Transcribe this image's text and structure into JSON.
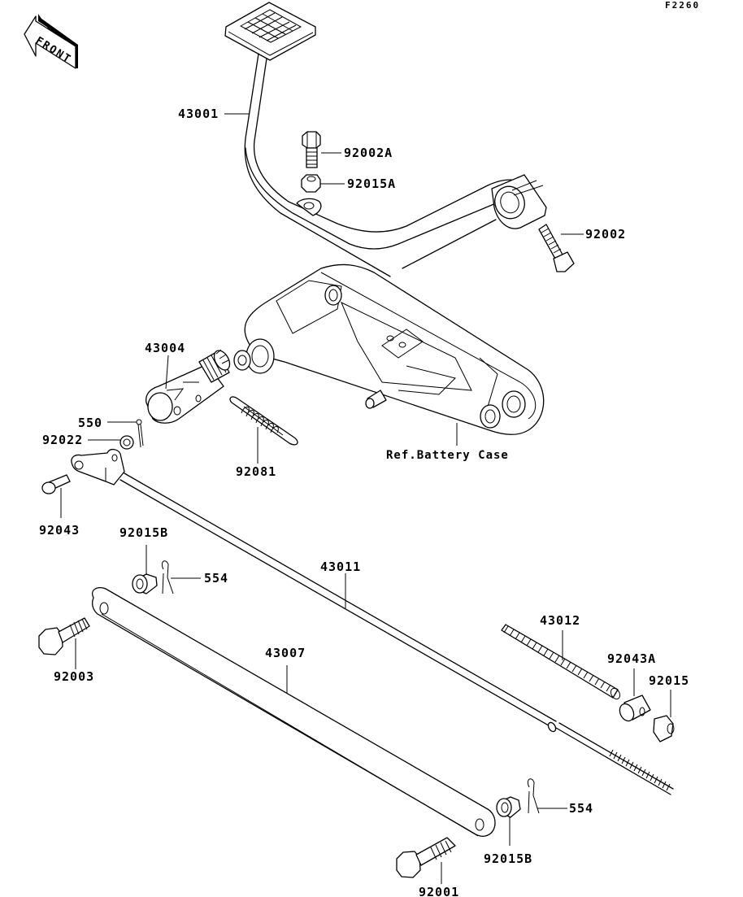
{
  "diagram": {
    "figure_code": "F2260",
    "front_indicator": "FRONT",
    "reference_note": "Ref.Battery Case",
    "parts": [
      {
        "id": "p43001",
        "label": "43001",
        "name": "brake-pedal"
      },
      {
        "id": "p92002A",
        "label": "92002A",
        "name": "bolt"
      },
      {
        "id": "p92015A",
        "label": "92015A",
        "name": "nut"
      },
      {
        "id": "p92002",
        "label": "92002",
        "name": "flange-bolt"
      },
      {
        "id": "p43004",
        "label": "43004",
        "name": "brake-lever-shaft"
      },
      {
        "id": "p550",
        "label": "550",
        "name": "cotter-pin"
      },
      {
        "id": "p92022",
        "label": "92022",
        "name": "washer"
      },
      {
        "id": "p92081",
        "label": "92081",
        "name": "return-spring"
      },
      {
        "id": "p92043",
        "label": "92043",
        "name": "clevis-pin"
      },
      {
        "id": "p92015B_1",
        "label": "92015B",
        "name": "flange-nut"
      },
      {
        "id": "p554_1",
        "label": "554",
        "name": "r-clip"
      },
      {
        "id": "p43011",
        "label": "43011",
        "name": "brake-rod"
      },
      {
        "id": "p43012",
        "label": "43012",
        "name": "rod-spring"
      },
      {
        "id": "p92043A",
        "label": "92043A",
        "name": "joint-pin"
      },
      {
        "id": "p92015",
        "label": "92015",
        "name": "adjusting-nut"
      },
      {
        "id": "p92003",
        "label": "92003",
        "name": "bolt"
      },
      {
        "id": "p43007",
        "label": "43007",
        "name": "brake-link-arm"
      },
      {
        "id": "p554_2",
        "label": "554",
        "name": "r-clip"
      },
      {
        "id": "p92015B_2",
        "label": "92015B",
        "name": "flange-nut"
      },
      {
        "id": "p92001",
        "label": "92001",
        "name": "bolt"
      }
    ]
  }
}
